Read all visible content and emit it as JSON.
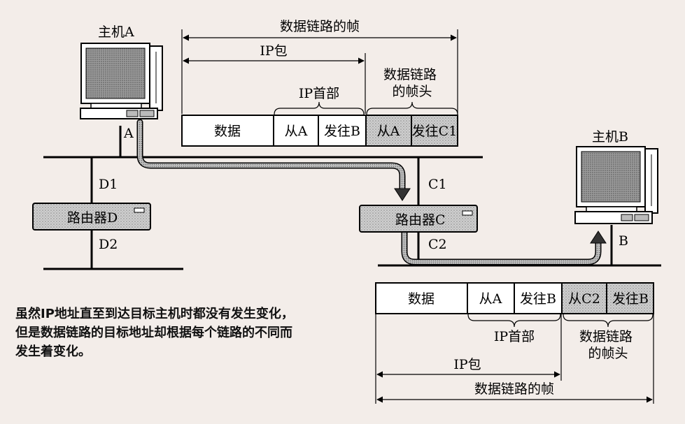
{
  "hosts": {
    "a": {
      "label": "主机A",
      "port": "A"
    },
    "b": {
      "label": "主机B",
      "port": "B"
    }
  },
  "routers": {
    "d": {
      "label": "路由器D",
      "port_up": "D1",
      "port_down": "D2"
    },
    "c": {
      "label": "路由器C",
      "port_up": "C1",
      "port_down": "C2"
    }
  },
  "frame_top": {
    "span_frame": "数据链路的帧",
    "span_ip_packet": "IP包",
    "ip_header": "IP首部",
    "link_header": "数据链路\n的帧头",
    "cells": [
      "数据",
      "从A",
      "发往B",
      "从A",
      "发往C1"
    ]
  },
  "frame_bottom": {
    "span_frame": "数据链路的帧",
    "span_ip_packet": "IP包",
    "ip_header": "IP首部",
    "link_header": "数据链路\n的帧头",
    "cells": [
      "数据",
      "从A",
      "发往B",
      "从C2",
      "发往B"
    ]
  },
  "note": {
    "lines": [
      "虽然IP地址直至到达目标主机时都没有发生变化，",
      "但是数据链路的目标地址却根据每个链路的不同而",
      "发生着变化。"
    ]
  }
}
